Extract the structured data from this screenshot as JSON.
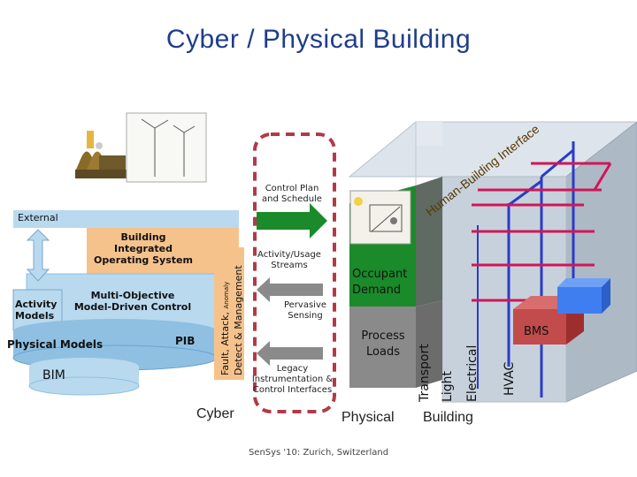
{
  "slide": {
    "title": "Cyber / Physical Building",
    "footer": "SenSys '10: Zurich, Switzerland"
  },
  "left": {
    "external": "External",
    "bios": "Building Integrated Operating System",
    "multi_objective": "Multi-Objective Model-Driven Control",
    "activity_models": "Activity Models",
    "physical_models": "Physical Models",
    "pib": "PIB",
    "bim": "BIM",
    "fault_line1": "Fault, Attack,",
    "fault_anomaly": "Anomaly",
    "fault_line2": "Detect & Management",
    "cyber": "Cyber"
  },
  "arrows": {
    "control_plan": "Control Plan and Schedule",
    "activity_streams": "Activity/Usage Streams",
    "pervasive": "Pervasive Sensing",
    "legacy": "Legacy Instrumentation & Control Interfaces"
  },
  "physical": {
    "occupant_demand": "Occupant Demand",
    "process_loads": "Process Loads",
    "label": "Physical"
  },
  "building": {
    "human_interface": "Human-Building Interface",
    "bms": "BMS",
    "transport": "Transport",
    "light": "Light",
    "electrical": "Electrical",
    "hvac": "HVAC",
    "label": "Building"
  },
  "colors": {
    "title": "#1f3d8a",
    "orange": "#f6c28c",
    "blue_light": "#b9d9ee",
    "blue_mid": "#8fc0e2",
    "green": "#1a8a2a",
    "gray": "#8a8a8a",
    "red_dash": "#b23a48",
    "magenta": "#d0165a",
    "blue_pipe": "#2a3cc4",
    "cube": "#cfd8e2"
  }
}
